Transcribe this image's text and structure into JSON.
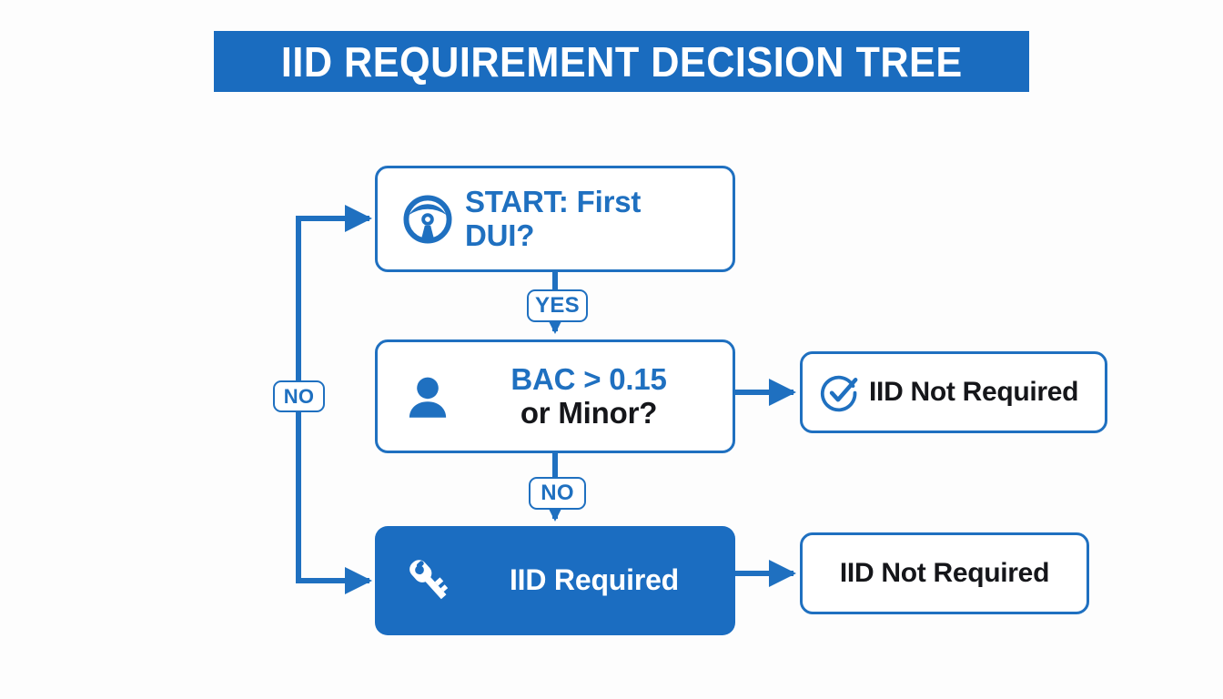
{
  "page": {
    "background_color": "#fdfdfd",
    "accent_blue": "#1f70c0",
    "fill_blue": "#1b6dc1",
    "banner_blue": "#1a6cbf",
    "text_dark": "#15161a",
    "text_light": "#ffffff"
  },
  "header": {
    "title": "IID REQUIREMENT DECISION TREE"
  },
  "chart_data": {
    "type": "diagram",
    "diagram_kind": "decision-tree-flowchart",
    "title": "IID REQUIREMENT DECISION TREE",
    "nodes": [
      {
        "id": "start",
        "label": "START: First DUI?",
        "shape": "rounded-rect",
        "style": "outline",
        "icon": "steering-wheel-icon",
        "text_color": "#1f70c0",
        "fill": "#ffffff"
      },
      {
        "id": "bac",
        "label_line_1": "BAC > 0.15",
        "label_line_2": "or Minor?",
        "label": "BAC > 0.15 or Minor?",
        "shape": "rounded-rect",
        "style": "outline",
        "icon": "person-icon",
        "text_color_line_1": "#1f70c0",
        "text_color_line_2": "#15161a",
        "fill": "#ffffff"
      },
      {
        "id": "iid-required",
        "label": "IID Required",
        "shape": "rounded-rect",
        "style": "filled",
        "icon": "key-icon",
        "text_color": "#ffffff",
        "fill": "#1b6dc1"
      },
      {
        "id": "iid-not-required-top",
        "label": "IID Not Required",
        "shape": "rounded-rect",
        "style": "outline",
        "icon": "check-circle-icon",
        "text_color": "#15161a",
        "fill": "#ffffff"
      },
      {
        "id": "iid-not-required-bottom",
        "label": "IID Not Required",
        "shape": "rounded-rect",
        "style": "outline",
        "icon": null,
        "text_color": "#15161a",
        "fill": "#ffffff"
      }
    ],
    "edges": [
      {
        "from": "start",
        "to": "bac",
        "label": "YES",
        "direction": "down"
      },
      {
        "from": "start",
        "to": "iid-required",
        "label": "NO",
        "direction": "left-down-right"
      },
      {
        "from": "bac",
        "to": "iid-not-required-top",
        "label": "",
        "direction": "right"
      },
      {
        "from": "bac",
        "to": "iid-required",
        "label": "NO",
        "direction": "down"
      },
      {
        "from": "iid-required",
        "to": "iid-not-required-bottom",
        "label": "",
        "direction": "right"
      }
    ],
    "edge_labels": [
      "YES",
      "NO",
      "NO"
    ]
  },
  "nodes": {
    "start": {
      "label": "START: First DUI?"
    },
    "bac": {
      "line1": "BAC > 0.15",
      "line2": "or Minor?"
    },
    "iid_required": {
      "label": "IID Required"
    },
    "iid_not_required_top": {
      "label": "IID Not Required"
    },
    "iid_not_required_bottom": {
      "label": "IID Not Required"
    }
  },
  "badges": {
    "yes": "YES",
    "no_middle": "NO",
    "no_left": "NO"
  },
  "icons": {
    "start": "steering-wheel-icon",
    "bac": "person-icon",
    "iid_required": "key-icon",
    "iid_not_required_top": "check-circle-icon"
  }
}
